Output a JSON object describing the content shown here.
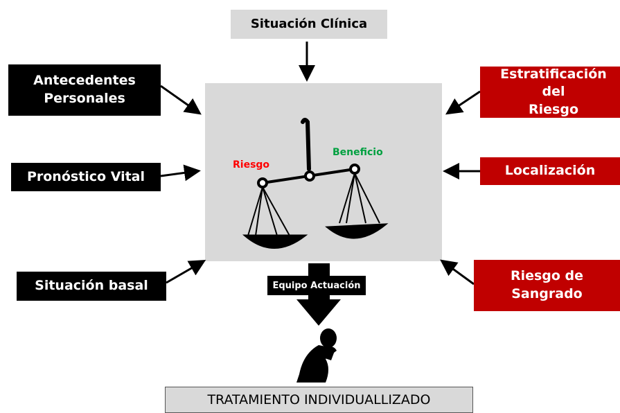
{
  "top_box": {
    "label": "Situación Clínica"
  },
  "left_boxes": [
    {
      "label": "Antecedentes\nPersonales"
    },
    {
      "label": "Pronóstico Vital"
    },
    {
      "label": "Situación basal"
    }
  ],
  "right_boxes": [
    {
      "label": "Estratificación del\nRiesgo"
    },
    {
      "label": "Localización"
    },
    {
      "label": "Riesgo de\nSangrado"
    }
  ],
  "scale": {
    "left_label": "Riesgo",
    "right_label": "Beneficio",
    "left_color": "#ff0000",
    "right_color": "#00a040"
  },
  "team_label": "Equipo Actuación",
  "bottom_box": {
    "label": "TRATAMIENTO INDIVIDUALLIZADO"
  },
  "colors": {
    "red_box": "#c00000",
    "black_box": "#000000",
    "grey": "#d9d9d9"
  }
}
